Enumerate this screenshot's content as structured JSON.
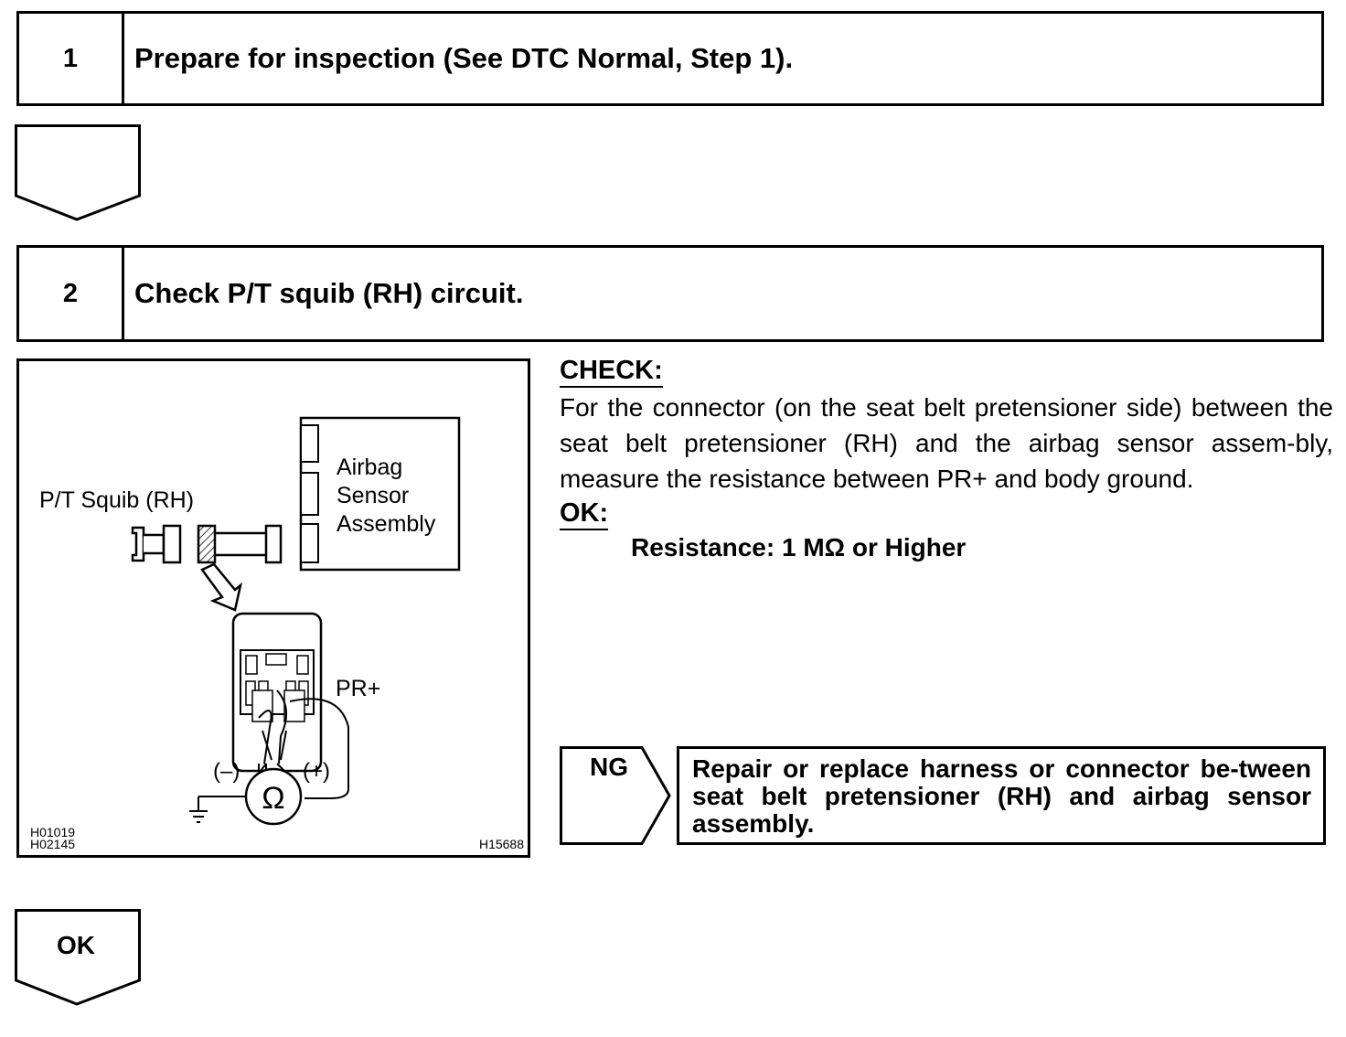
{
  "steps": [
    {
      "number": "1",
      "title": "Prepare for inspection (See DTC Normal, Step 1)."
    },
    {
      "number": "2",
      "title": "Check P/T squib (RH) circuit."
    }
  ],
  "figure": {
    "squib_label": "P/T Squib (RH)",
    "sensor_label_lines": [
      "Airbag",
      "Sensor",
      "Assembly"
    ],
    "terminal_label": "PR+",
    "minus_label": "(–)",
    "plus_label": "(+)",
    "ohm_symbol": "Ω",
    "ref_codes_left": [
      "H01019",
      "H02145"
    ],
    "ref_code_right": "H15688"
  },
  "check": {
    "heading": "CHECK:",
    "text": "For the connector (on the seat belt pretensioner side) between the seat belt pretensioner (RH) and the airbag sensor assem-bly, measure the resistance between PR+ and body ground.",
    "ok_heading": "OK:",
    "ok_spec": "Resistance: 1 MΩ or Higher"
  },
  "ng": {
    "label": "NG",
    "action": "Repair or replace harness or connector be-tween seat belt pretensioner (RH) and airbag sensor assembly."
  },
  "ok_label": "OK"
}
